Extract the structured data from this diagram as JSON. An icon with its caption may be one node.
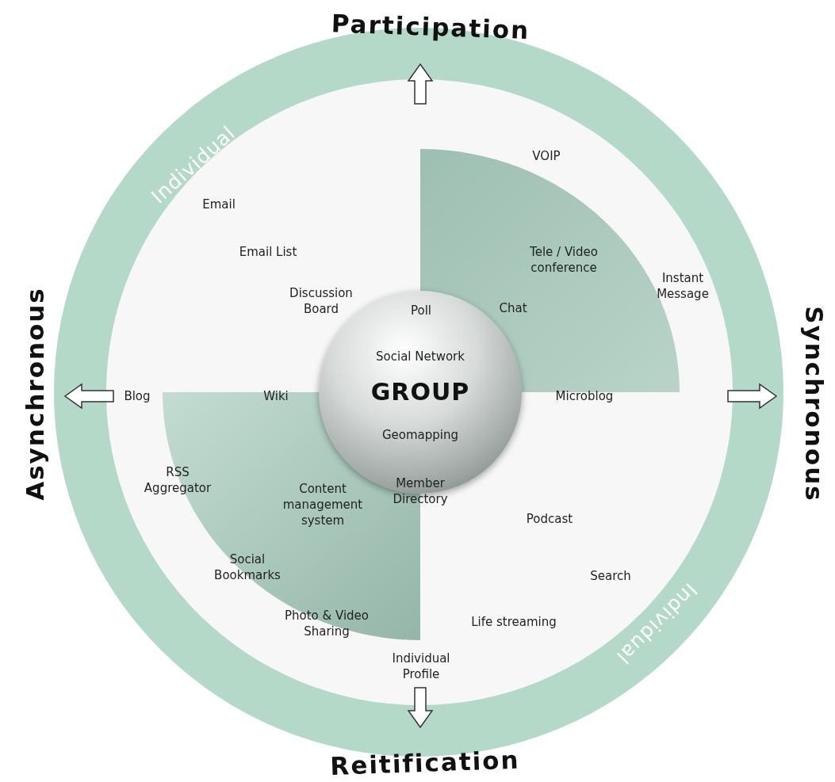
{
  "diagram": {
    "nodes": [
      {
        "text": [
          "Social Network",
          "GROUP",
          "Geomapping"
        ]
      }
    ],
    "labels": [
      "Participation",
      "Individual",
      "VOIP",
      "Email",
      "Email List",
      "Tele / Video conference",
      "Instant Message",
      "Discussion Board",
      "Poll",
      "Chat",
      "Asynchronous",
      "Synchronous",
      "Blog",
      "Wiki",
      "Microblog",
      "RSS Aggregator",
      "Content management system",
      "Member Directory",
      "Podcast",
      "Social Bookmarks",
      "Search",
      "Individual",
      "Photo & Video Sharing",
      "Life streaming",
      "Individual Profile",
      "Reitification"
    ]
  }
}
